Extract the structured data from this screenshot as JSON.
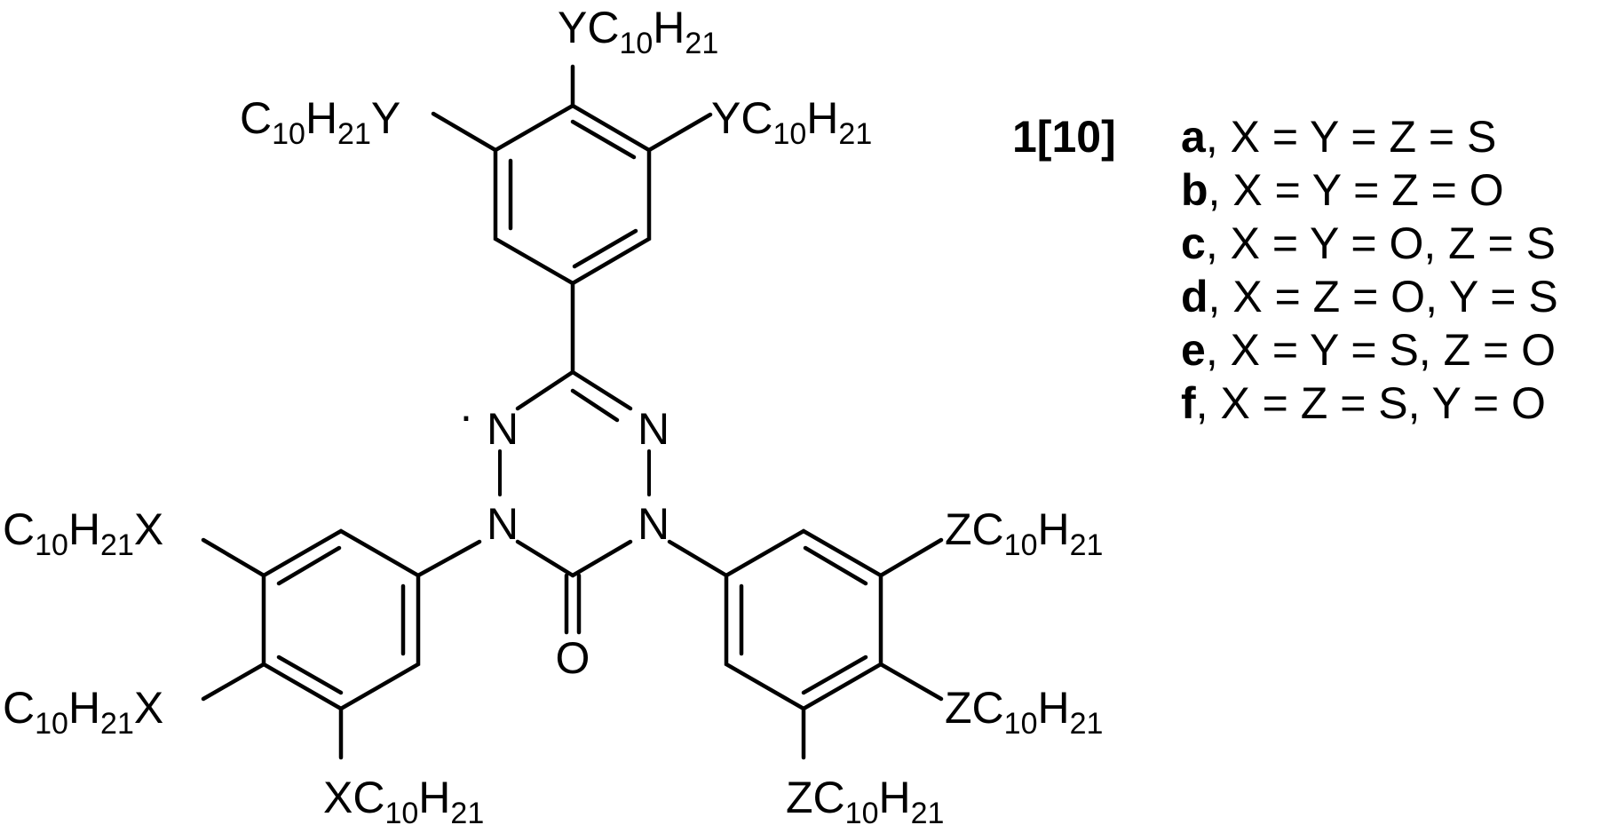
{
  "compound_label": "1[10]",
  "atoms": {
    "n": "N",
    "o": "O",
    "radical": "·"
  },
  "groups": {
    "y_top": {
      "parts": [
        "Y",
        "C",
        "10",
        "H",
        "21"
      ]
    },
    "y_left": {
      "parts": [
        "C",
        "10",
        "H",
        "21",
        "Y"
      ]
    },
    "y_right": {
      "parts": [
        "Y",
        "C",
        "10",
        "H",
        "21"
      ]
    },
    "x_1": {
      "parts": [
        "C",
        "10",
        "H",
        "21",
        "X"
      ]
    },
    "x_2": {
      "parts": [
        "C",
        "10",
        "H",
        "21",
        "X"
      ]
    },
    "x_3": {
      "parts": [
        "X",
        "C",
        "10",
        "H",
        "21"
      ]
    },
    "z_1": {
      "parts": [
        "Z",
        "C",
        "10",
        "H",
        "21"
      ]
    },
    "z_2": {
      "parts": [
        "Z",
        "C",
        "10",
        "H",
        "21"
      ]
    },
    "z_3": {
      "parts": [
        "Z",
        "C",
        "10",
        "H",
        "21"
      ]
    }
  },
  "variants": [
    {
      "letter": "a",
      "text": ", X = Y = Z = S"
    },
    {
      "letter": "b",
      "text": ", X = Y = Z = O"
    },
    {
      "letter": "c",
      "text": ", X = Y = O, Z = S"
    },
    {
      "letter": "d",
      "text": ", X = Z = O, Y = S"
    },
    {
      "letter": "e",
      "text": ", X = Y = S, Z = O"
    },
    {
      "letter": "f",
      "text": ", X = Z = S, Y = O"
    }
  ]
}
